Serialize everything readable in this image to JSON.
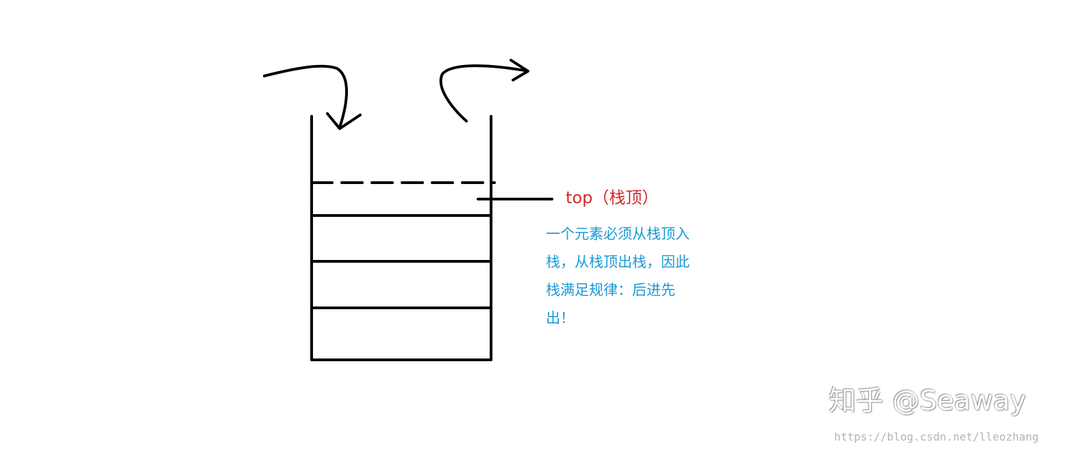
{
  "diagram": {
    "top_label": "top（栈顶）",
    "description_lines": [
      "一个元素必须从栈顶入",
      "栈，从栈顶出栈，因此",
      "栈满足规律：后进先",
      "出！"
    ],
    "colors": {
      "stroke": "#000000",
      "top_label": "#d42a2a",
      "description": "#1a9ad6"
    }
  },
  "watermark": {
    "platform_author": "知乎 @Seaway",
    "url": "https://blog.csdn.net/lleozhang"
  }
}
